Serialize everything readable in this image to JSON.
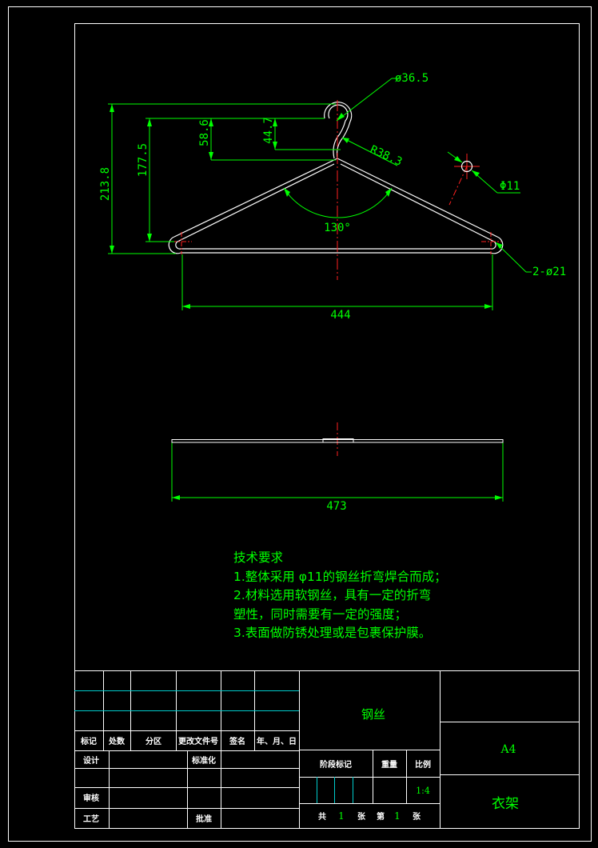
{
  "dimensions": {
    "hook_dia": "ø36.5",
    "bend_radius": "R38.3",
    "wire_dia": "Φ11",
    "end_dia": "2-ø21",
    "overall_height": "213.8",
    "shoulder_height": "177.5",
    "dim_58_6": "58.6",
    "dim_44_7": "44.7",
    "angle": "130°",
    "width_front": "444",
    "width_top": "473"
  },
  "notes": {
    "title": "技术要求",
    "line1": "1.整体采用 φ11的钢丝折弯焊合而成；",
    "line2": "2.材料选用软钢丝，具有一定的折弯",
    "line3": "塑性，同时需要有一定的强度；",
    "line4": "3.表面做防锈处理或是包裹保护膜。"
  },
  "title_block": {
    "material": "钢丝",
    "paper_size": "A4",
    "part_name": "衣架",
    "scale": "1:4",
    "headers": {
      "mark": "标记",
      "count": "处数",
      "zone": "分区",
      "change_doc": "更改文件号",
      "signature": "签名",
      "date": "年、月、日",
      "design": "设计",
      "standardize": "标准化",
      "stage_mark": "阶段标记",
      "weight": "重量",
      "ratio": "比例",
      "review": "审核",
      "process": "工艺",
      "approve": "批准",
      "total": "共",
      "total_n": "1",
      "sheets": "张",
      "sheet_no": "第",
      "sheet_n": "1",
      "sheets2": "张"
    }
  },
  "colors": {
    "background": "#000000",
    "outline": "#ffffff",
    "dimension": "#00ff00",
    "centerline": "#ff0000",
    "table_lines": "#00cccc"
  }
}
